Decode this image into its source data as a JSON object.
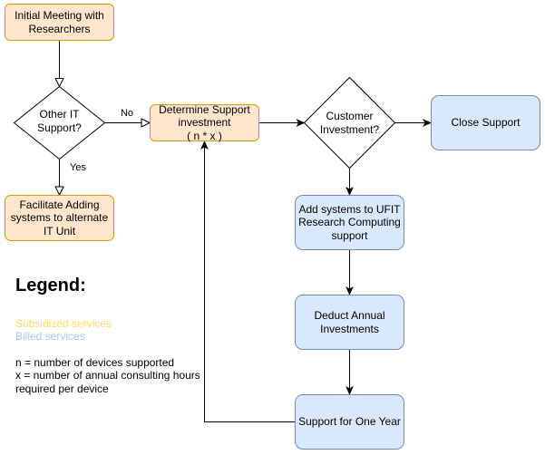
{
  "diagram": {
    "nodes": {
      "initial_meeting": "Initial Meeting with Researchers",
      "other_it_support": "Other IT Support?",
      "facilitate_alternate_it": "Facilitate Adding systems to alternate IT Unit",
      "determine_support_investment": "Determine Support investment\n( n * x )",
      "customer_investment": "Customer Investment?",
      "close_support": "Close Support",
      "add_systems_ufit": "Add systems to UFIT Research Computing support",
      "deduct_annual_investments": "Deduct Annual Investments",
      "support_one_year": "Support for One Year"
    },
    "edge_labels": {
      "no": "No",
      "yes": "Yes"
    }
  },
  "legend": {
    "title": "Legend:",
    "entries": [
      {
        "label": "Subsidized services"
      },
      {
        "label": "Billed services"
      }
    ],
    "notes": [
      "n = number of devices supported",
      "x = number of annual consulting hours required per device"
    ]
  },
  "colors": {
    "subsidized_fill": "#ffe6cc",
    "subsidized_stroke": "#d79b00",
    "billed_fill": "#dae8fc",
    "billed_stroke": "#6c8ebf",
    "subsidized_legend_text": "#ffd966",
    "billed_legend_text": "#a9c4eb"
  }
}
